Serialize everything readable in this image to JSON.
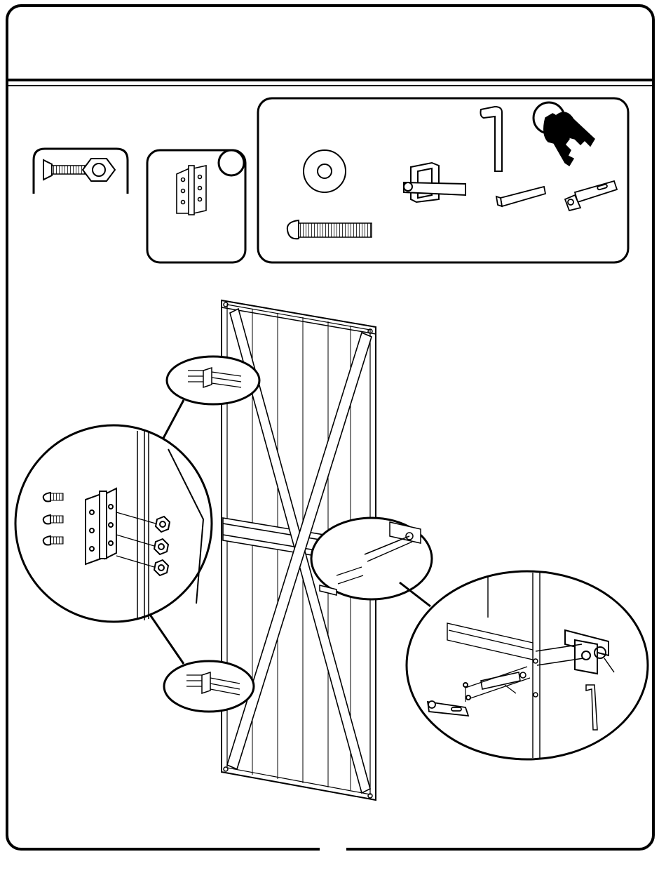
{
  "page": {
    "step_text": "",
    "page_number": ""
  },
  "parts_panels": [
    {
      "name": "flat-screw-and-nut",
      "count_label": ""
    },
    {
      "name": "hinge",
      "count_label": ""
    },
    {
      "name": "lock-kit",
      "count_label": ""
    }
  ],
  "lock_kit_items": [
    "washer",
    "handle",
    "hex-key",
    "keys",
    "square-bar",
    "latch-plate",
    "round-head-bolt"
  ],
  "callouts": [
    "top-hinge-detail",
    "bottom-hinge-detail",
    "hinge-enlarged-detail",
    "latch-detail",
    "latch-enlarged-detail"
  ],
  "colors": {
    "line": "#000000",
    "background": "#ffffff",
    "panel_shade": "#f2f2f2"
  }
}
